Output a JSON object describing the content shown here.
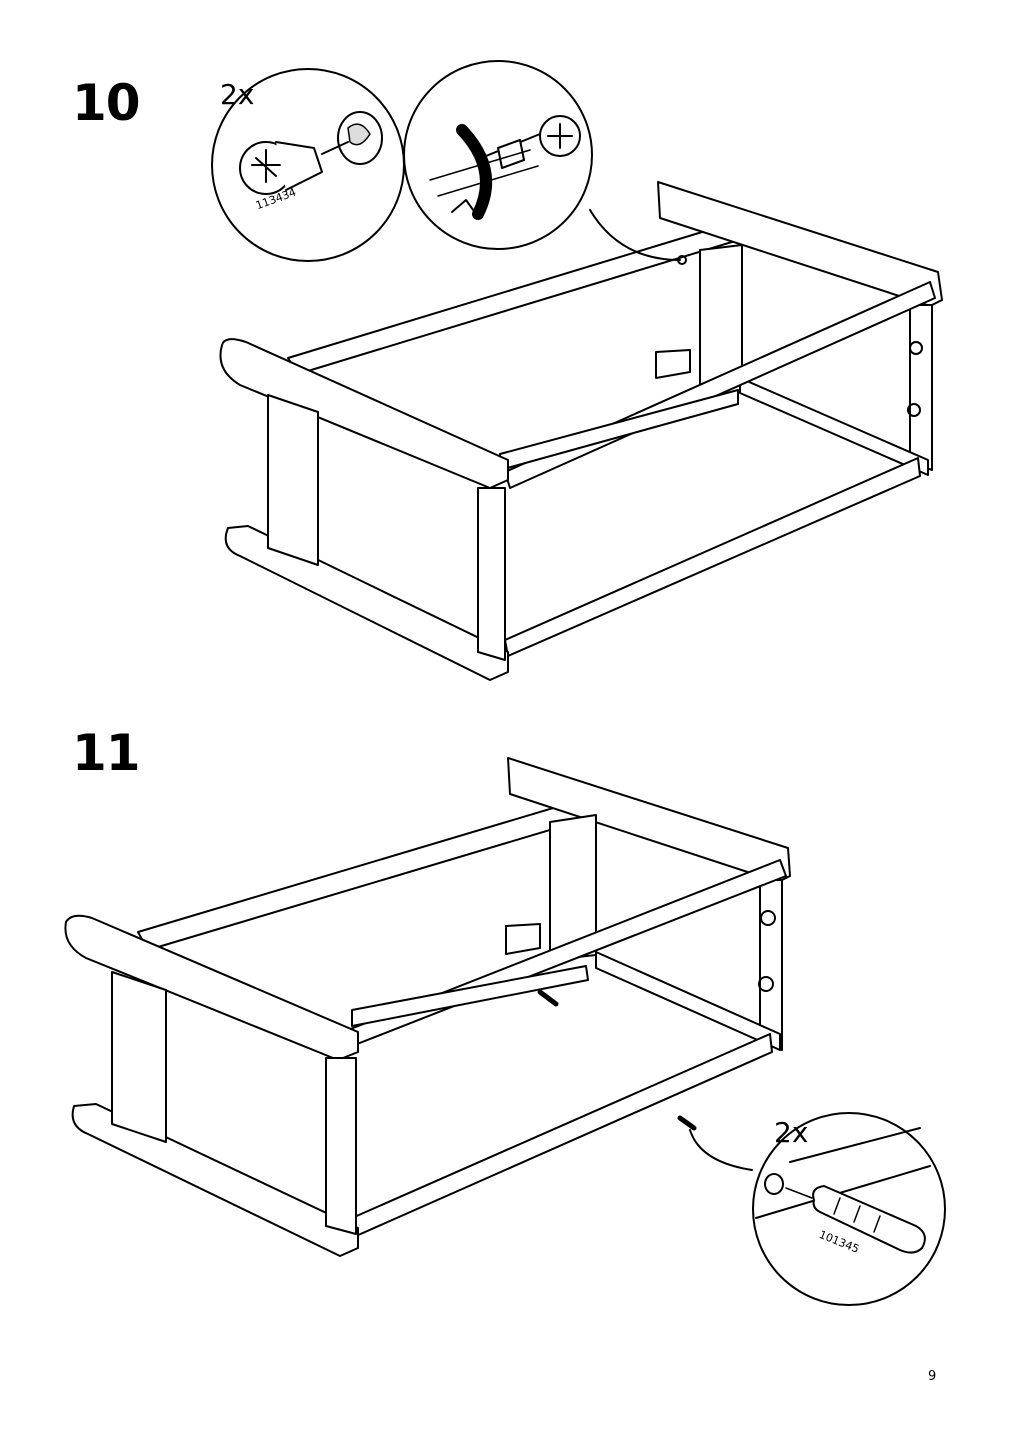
{
  "steps": [
    {
      "number": "10",
      "callouts": [
        {
          "quantity": "2x",
          "part_number": "113434"
        }
      ]
    },
    {
      "number": "11",
      "callouts": [
        {
          "quantity": "2x",
          "part_number": "101345"
        }
      ]
    }
  ],
  "page_number": "9"
}
